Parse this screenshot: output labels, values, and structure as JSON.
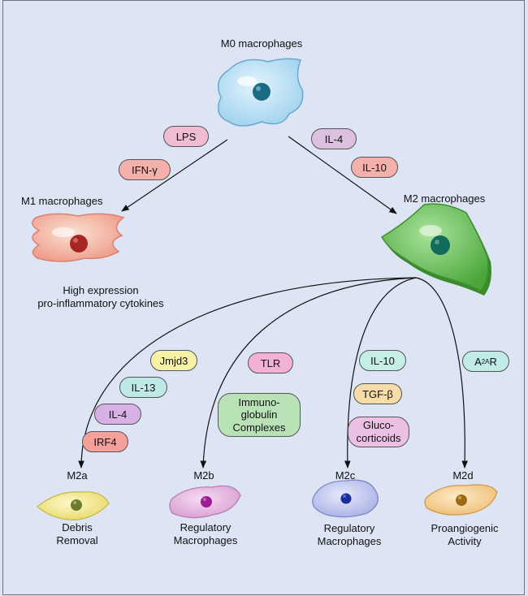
{
  "colors": {
    "background": "#dde4f3",
    "pink": "#f0bcd4",
    "salmon": "#f4b1ab",
    "lavender": "#dcc0e0",
    "yellow": "#f6f1a4",
    "teal": "#bfe9e4",
    "purple": "#d7b1e6",
    "red": "#f5a09a",
    "green": "#b9e3b6",
    "magenta": "#f3b2d5",
    "mint": "#c4eee6",
    "orange": "#f6dda8",
    "plum": "#ecc0e4",
    "aqua": "#c0ebe6"
  },
  "m0": {
    "label": "M0 macrophages"
  },
  "m1": {
    "label": "M1 macrophages",
    "desc_line1": "High expression",
    "desc_line2": "pro-inflammatory cytokines"
  },
  "m2": {
    "label": "M2 macrophages"
  },
  "stimuli_m1": [
    "LPS",
    "IFN-γ"
  ],
  "stimuli_m2": [
    "IL-4",
    "IL-10"
  ],
  "m2a": {
    "label": "M2a",
    "factors": [
      "Jmjd3",
      "IL-13",
      "IL-4",
      "IRF4"
    ],
    "desc_line1": "Debris",
    "desc_line2": "Removal"
  },
  "m2b": {
    "label": "M2b",
    "factors": [
      "TLR"
    ],
    "complex_line1": "Immuno-",
    "complex_line2": "globulin",
    "complex_line3": "Complexes",
    "desc_line1": "Regulatory",
    "desc_line2": "Macrophages"
  },
  "m2c": {
    "label": "M2c",
    "factors": [
      "IL-10",
      "TGF-β"
    ],
    "gluco_line1": "Gluco-",
    "gluco_line2": "corticoids",
    "desc_line1": "Regulatory",
    "desc_line2": "Macrophages"
  },
  "m2d": {
    "label": "M2d",
    "factor_base": "A",
    "factor_sub": "2A",
    "factor_tail": "R",
    "desc_line1": "Proangiogenic",
    "desc_line2": "Activity"
  }
}
